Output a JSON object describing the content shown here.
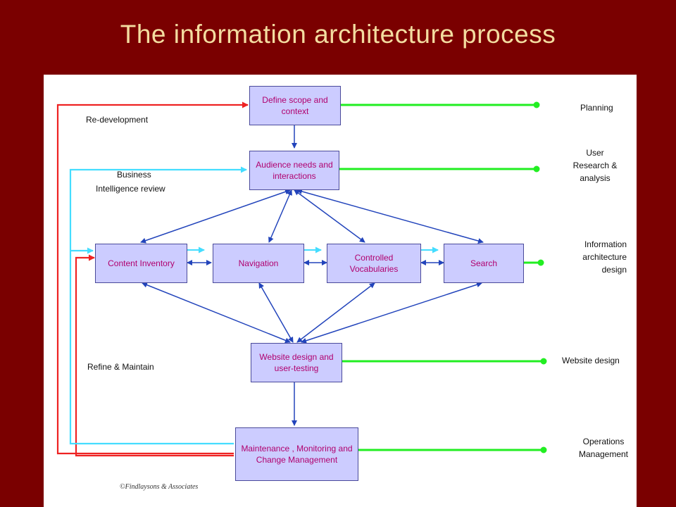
{
  "title": "The information architecture process",
  "boxes": {
    "define_scope": "Define scope and context",
    "audience": "Audience needs and interactions",
    "content_inventory": "Content Inventory",
    "navigation": "Navigation",
    "controlled_vocab": "Controlled Vocabularies",
    "search": "Search",
    "website_design": "Website design and user-testing",
    "maintenance": "Maintenance , Monitoring and Change Management"
  },
  "loop_labels": {
    "redevelopment": "Re-development",
    "business": "Business",
    "intelligence": "Intelligence review",
    "refine": "Refine & Maintain"
  },
  "phases": {
    "planning": "Planning",
    "user_research_1": "User",
    "user_research_2": "Research &",
    "user_research_3": "analysis",
    "ia_design_1": "Information",
    "ia_design_2": "architecture",
    "ia_design_3": "design",
    "website_design": "Website design",
    "operations_1": "Operations",
    "operations_2": "Management"
  },
  "copyright": "©Findlaysons & Associates",
  "colors": {
    "background": "#7a0000",
    "title": "#f3dca0",
    "box_fill": "#ccccff",
    "box_text": "#b0006e",
    "flow_arrow": "#2244bb",
    "phase_line": "#22ee22",
    "redevelopment_line": "#ee2222",
    "business_line": "#44ddff"
  }
}
